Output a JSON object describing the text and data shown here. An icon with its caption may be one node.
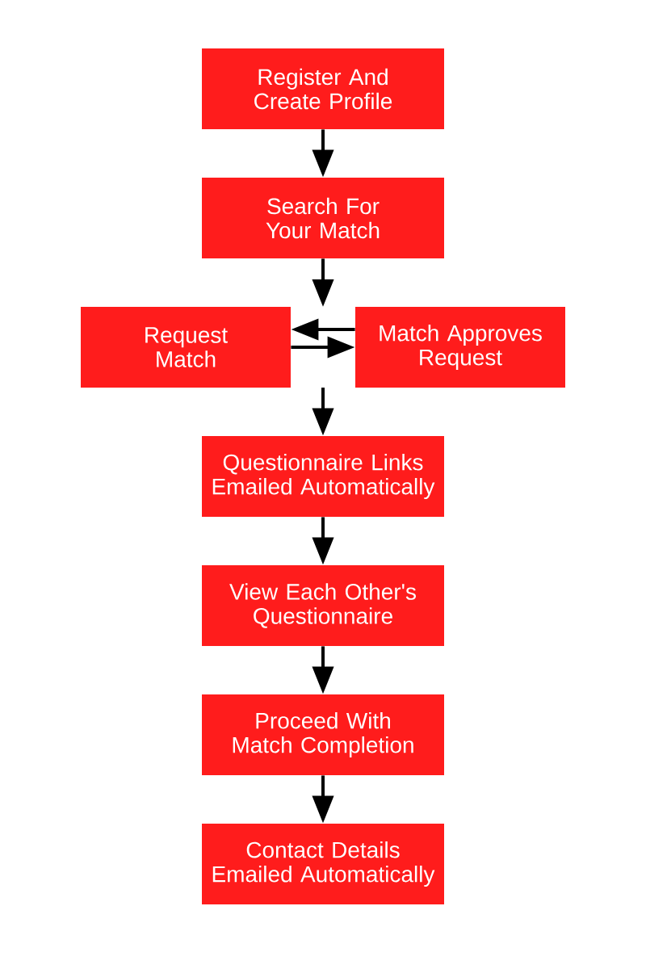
{
  "diagram": {
    "nodes": [
      {
        "text": [
          "Register And Create Profile"
        ]
      },
      {
        "text": [
          "Search For Your Match"
        ]
      },
      {
        "text": [
          "Request Match"
        ]
      },
      {
        "text": [
          "Match Approves Request"
        ]
      },
      {
        "text": [
          "Questionnaire Links Emailed Automatically"
        ]
      },
      {
        "text": [
          "View Each Other's Questionnaire"
        ]
      },
      {
        "text": [
          "Proceed With Match Completion"
        ]
      },
      {
        "text": [
          "Contact Details Emailed Automatically"
        ]
      }
    ],
    "edges": [
      {
        "from": 0,
        "to": 1,
        "arrow": "to"
      },
      {
        "from": 1,
        "to": null,
        "arrow": "to"
      },
      {
        "from": 3,
        "to": 2,
        "arrow": "to"
      },
      {
        "from": 2,
        "to": 3,
        "arrow": "to"
      },
      {
        "from": null,
        "to": 4,
        "arrow": "to"
      },
      {
        "from": 4,
        "to": 5,
        "arrow": "to"
      },
      {
        "from": 5,
        "to": 6,
        "arrow": "to"
      },
      {
        "from": 6,
        "to": 7,
        "arrow": "to"
      }
    ]
  }
}
